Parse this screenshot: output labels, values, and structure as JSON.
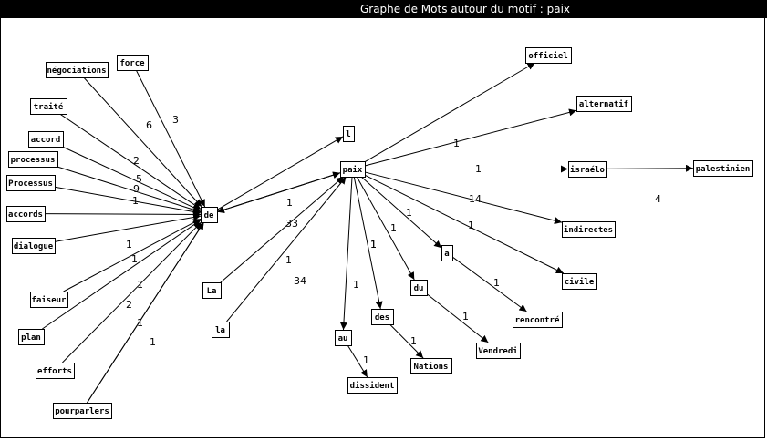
{
  "window": {
    "title": "Graphe de Mots autour du motif : paix"
  },
  "graph": {
    "nodes": [
      {
        "id": "force",
        "label": "force"
      },
      {
        "id": "negociations",
        "label": "négociations"
      },
      {
        "id": "traite",
        "label": "traité"
      },
      {
        "id": "accord",
        "label": "accord"
      },
      {
        "id": "processus",
        "label": "processus"
      },
      {
        "id": "Processus",
        "label": "Processus"
      },
      {
        "id": "accords",
        "label": "accords"
      },
      {
        "id": "dialogue",
        "label": "dialogue"
      },
      {
        "id": "faiseur",
        "label": "faiseur"
      },
      {
        "id": "plan",
        "label": "plan"
      },
      {
        "id": "efforts",
        "label": "efforts"
      },
      {
        "id": "pourparlers",
        "label": "pourparlers"
      },
      {
        "id": "de",
        "label": "de"
      },
      {
        "id": "1",
        "label": "l"
      },
      {
        "id": "paix",
        "label": "paix"
      },
      {
        "id": "La",
        "label": "La"
      },
      {
        "id": "la",
        "label": "la"
      },
      {
        "id": "officiel",
        "label": "officiel"
      },
      {
        "id": "alternatif",
        "label": "alternatif"
      },
      {
        "id": "israelo",
        "label": "israélo"
      },
      {
        "id": "palestinien",
        "label": "palestinien"
      },
      {
        "id": "indirectes",
        "label": "indirectes"
      },
      {
        "id": "civile",
        "label": "civile"
      },
      {
        "id": "a",
        "label": "a"
      },
      {
        "id": "rencontre",
        "label": "rencontré"
      },
      {
        "id": "du",
        "label": "du"
      },
      {
        "id": "Vendredi",
        "label": "Vendredi"
      },
      {
        "id": "des",
        "label": "des"
      },
      {
        "id": "Nations",
        "label": "Nations"
      },
      {
        "id": "au",
        "label": "au"
      },
      {
        "id": "dissident",
        "label": "dissident"
      }
    ],
    "edges": [
      {
        "from": "force",
        "to": "de",
        "label": "3"
      },
      {
        "from": "negociations",
        "to": "de",
        "label": "6"
      },
      {
        "from": "traite",
        "to": "de",
        "label": "2"
      },
      {
        "from": "accord",
        "to": "de",
        "label": "5"
      },
      {
        "from": "processus",
        "to": "de",
        "label": "9"
      },
      {
        "from": "Processus",
        "to": "de",
        "label": "1"
      },
      {
        "from": "accords",
        "to": "de",
        "label": ""
      },
      {
        "from": "dialogue",
        "to": "de",
        "label": "1"
      },
      {
        "from": "faiseur",
        "to": "de",
        "label": "1"
      },
      {
        "from": "plan",
        "to": "de",
        "label": "1"
      },
      {
        "from": "efforts",
        "to": "de",
        "label": "2"
      },
      {
        "from": "pourparlers",
        "to": "de",
        "label": "1"
      },
      {
        "from": "pourparlers",
        "to": "de",
        "label": "1"
      },
      {
        "from": "de",
        "to": "1",
        "label": ""
      },
      {
        "from": "de",
        "to": "paix",
        "label": "1"
      },
      {
        "from": "paix",
        "to": "de",
        "label": "33"
      },
      {
        "from": "La",
        "to": "paix",
        "label": "1"
      },
      {
        "from": "la",
        "to": "paix",
        "label": "34"
      },
      {
        "from": "paix",
        "to": "officiel",
        "label": "1"
      },
      {
        "from": "paix",
        "to": "alternatif",
        "label": "1"
      },
      {
        "from": "paix",
        "to": "israelo",
        "label": "14"
      },
      {
        "from": "israelo",
        "to": "palestinien",
        "label": "4"
      },
      {
        "from": "paix",
        "to": "indirectes",
        "label": "1"
      },
      {
        "from": "paix",
        "to": "civile",
        "label": "1"
      },
      {
        "from": "paix",
        "to": "a",
        "label": "1"
      },
      {
        "from": "a",
        "to": "rencontre",
        "label": "1"
      },
      {
        "from": "paix",
        "to": "du",
        "label": "1"
      },
      {
        "from": "du",
        "to": "Vendredi",
        "label": "1"
      },
      {
        "from": "paix",
        "to": "des",
        "label": "1"
      },
      {
        "from": "des",
        "to": "Nations",
        "label": "1"
      },
      {
        "from": "paix",
        "to": "au",
        "label": "1"
      },
      {
        "from": "au",
        "to": "dissident",
        "label": "1"
      }
    ]
  }
}
